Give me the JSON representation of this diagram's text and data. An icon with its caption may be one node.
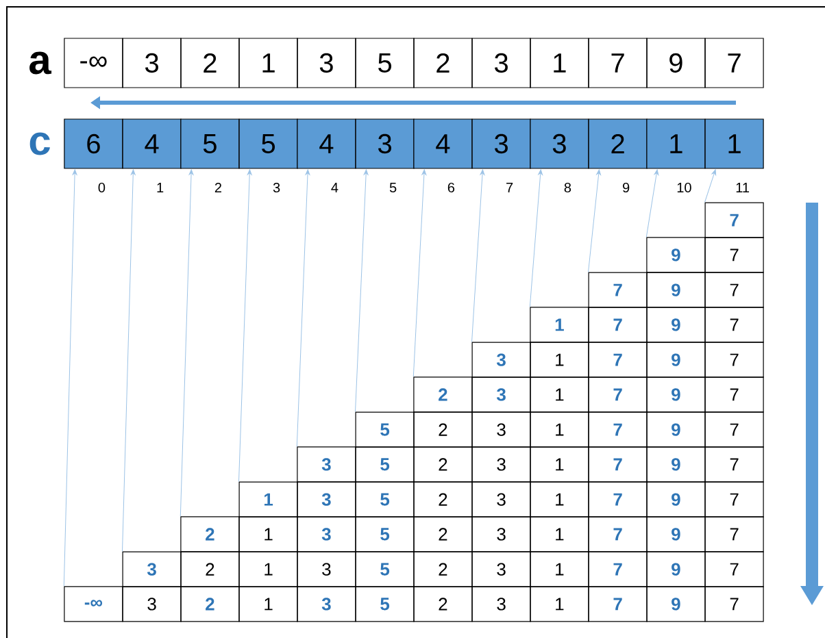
{
  "diagram": {
    "nodes": [
      {
        "text": [
          "-∞"
        ]
      },
      {
        "text": [
          "3"
        ]
      },
      {
        "text": [
          "2"
        ]
      },
      {
        "text": [
          "1"
        ]
      },
      {
        "text": [
          "3"
        ]
      },
      {
        "text": [
          "5"
        ]
      },
      {
        "text": [
          "2"
        ]
      },
      {
        "text": [
          "3"
        ]
      },
      {
        "text": [
          "1"
        ]
      },
      {
        "text": [
          "7"
        ]
      },
      {
        "text": [
          "9"
        ]
      },
      {
        "text": [
          "7"
        ]
      },
      {
        "text": [
          "6"
        ],
        "beside": [
          "0"
        ]
      },
      {
        "text": [
          "4"
        ],
        "beside": [
          "1"
        ]
      },
      {
        "text": [
          "5"
        ],
        "beside": [
          "2"
        ]
      },
      {
        "text": [
          "5"
        ],
        "beside": [
          "3"
        ]
      },
      {
        "text": [
          "4"
        ],
        "beside": [
          "4"
        ]
      },
      {
        "text": [
          "3"
        ],
        "beside": [
          "5"
        ]
      },
      {
        "text": [
          "4"
        ],
        "beside": [
          "6"
        ]
      },
      {
        "text": [
          "3"
        ],
        "beside": [
          "7"
        ]
      },
      {
        "text": [
          "3"
        ],
        "beside": [
          "8"
        ]
      },
      {
        "text": [
          "2"
        ],
        "beside": [
          "9"
        ]
      },
      {
        "text": [
          "1"
        ],
        "beside": [
          "10"
        ]
      },
      {
        "text": [
          "1"
        ],
        "beside": [
          "11"
        ]
      },
      {
        "text": [
          "7"
        ]
      },
      {
        "text": [
          "9"
        ]
      },
      {
        "text": [
          "7"
        ]
      },
      {
        "text": [
          "1"
        ]
      },
      {
        "text": [
          "3"
        ]
      },
      {
        "text": [
          "2"
        ]
      },
      {
        "text": [
          "5"
        ]
      },
      {
        "text": [
          "3"
        ]
      },
      {
        "text": [
          "1"
        ]
      },
      {
        "text": [
          "2"
        ]
      },
      {
        "text": [
          "3"
        ]
      },
      {
        "text": [
          "-∞"
        ]
      }
    ],
    "edges": [
      {
        "from": 24,
        "to": 23,
        "arrow": "to"
      },
      {
        "from": 25,
        "to": 22,
        "arrow": "to"
      },
      {
        "from": 26,
        "to": 21,
        "arrow": "to"
      },
      {
        "from": 27,
        "to": 20,
        "arrow": "to"
      },
      {
        "from": 28,
        "to": 19,
        "arrow": "to"
      },
      {
        "from": 29,
        "to": 18,
        "arrow": "to"
      },
      {
        "from": 30,
        "to": 17,
        "arrow": "to"
      },
      {
        "from": 31,
        "to": 16,
        "arrow": "to"
      },
      {
        "from": 32,
        "to": 15,
        "arrow": "to"
      },
      {
        "from": 33,
        "to": 14,
        "arrow": "to"
      },
      {
        "from": 34,
        "to": 13,
        "arrow": "to"
      },
      {
        "from": 35,
        "to": 12,
        "arrow": "to"
      }
    ],
    "labels": [
      "a",
      "c",
      "7",
      "9",
      "7",
      "7",
      "9",
      "7",
      "1",
      "7",
      "9",
      "7",
      "3",
      "1",
      "7",
      "9",
      "7",
      "2",
      "3",
      "1",
      "7",
      "9",
      "7",
      "5",
      "2",
      "3",
      "1",
      "7",
      "9",
      "7",
      "3",
      "5",
      "2",
      "3",
      "1",
      "7",
      "9",
      "7",
      "1",
      "3",
      "5",
      "2",
      "3",
      "1",
      "7",
      "9",
      "7",
      "2",
      "1",
      "3",
      "5",
      "2",
      "3",
      "1",
      "7",
      "9",
      "7",
      "3",
      "2",
      "1",
      "3",
      "5",
      "2",
      "3",
      "1",
      "7",
      "9",
      "7"
    ]
  }
}
